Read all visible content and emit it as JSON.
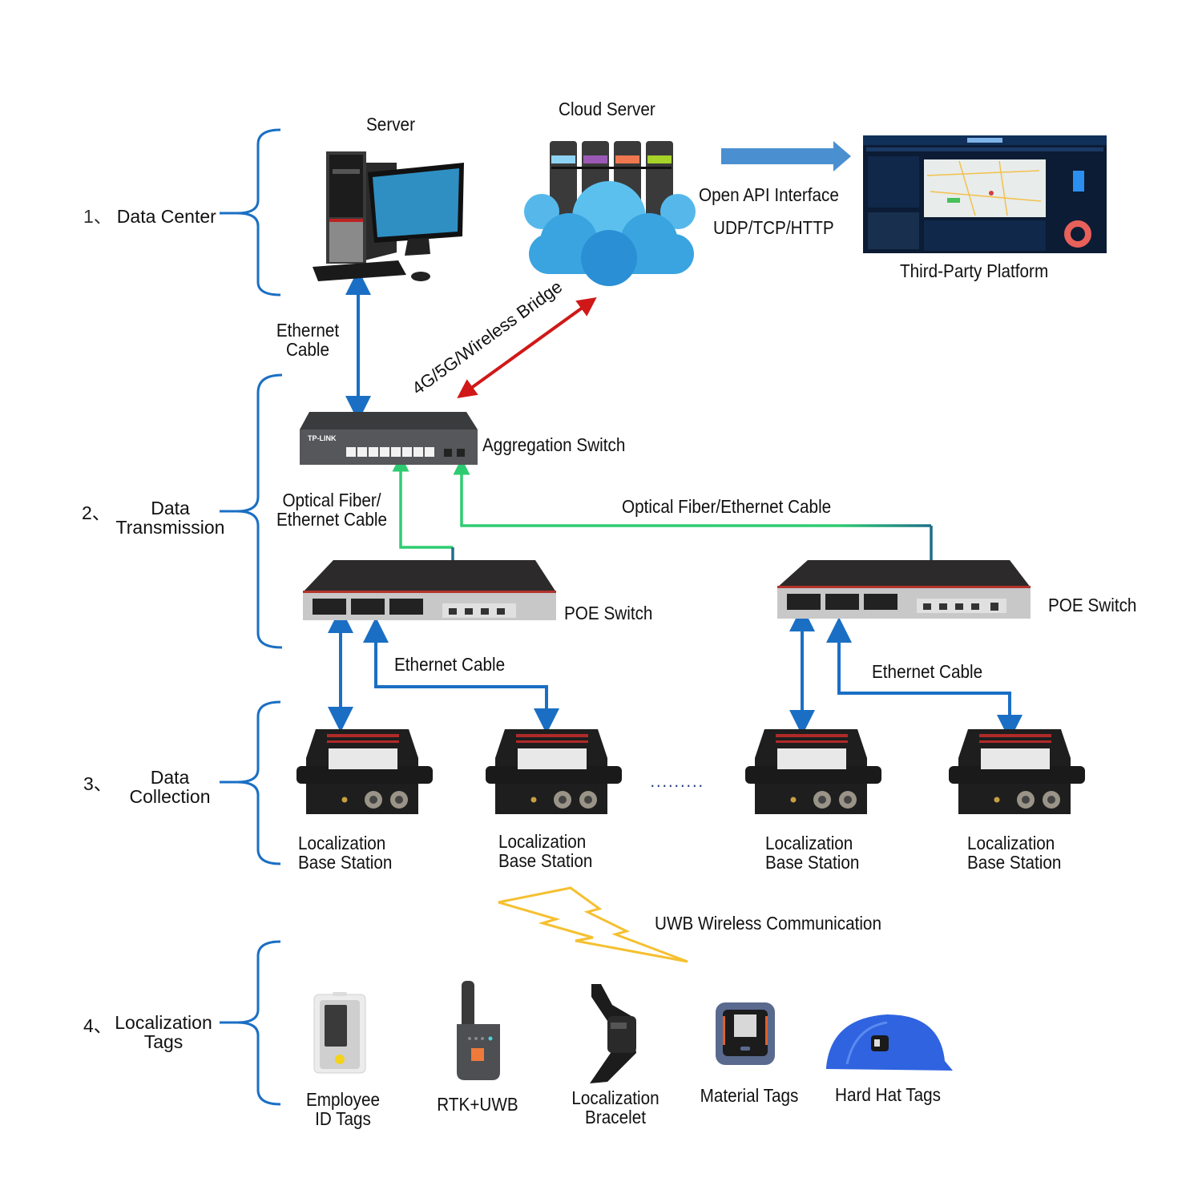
{
  "sections": [
    {
      "number": "1、",
      "label_lines": [
        "Data Center"
      ]
    },
    {
      "number": "2、",
      "label_lines": [
        "Data",
        "Transmission"
      ]
    },
    {
      "number": "3、",
      "label_lines": [
        "Data",
        "Collection"
      ]
    },
    {
      "number": "4、",
      "label_lines": [
        "Localization",
        "Tags"
      ]
    }
  ],
  "devices": {
    "server": "Server",
    "cloud_server": "Cloud Server",
    "third_party_platform": "Third-Party Platform",
    "aggregation_switch": "Aggregation Switch",
    "aggregation_switch_brand": "TP-LINK",
    "poe_switch_left": "POE  Switch",
    "poe_switch_right": "POE  Switch",
    "base_stations": [
      {
        "line1": "Localization",
        "line2": "Base Station"
      },
      {
        "line1": "Localization",
        "line2": "Base Station"
      },
      {
        "line1": "Localization",
        "line2": "Base Station"
      },
      {
        "line1": "Localization",
        "line2": "Base Station"
      }
    ],
    "ellipsis": "·········",
    "tags": [
      {
        "line1": "Employee",
        "line2": "ID Tags"
      },
      {
        "line1": "RTK+UWB",
        "line2": ""
      },
      {
        "line1": "Localization",
        "line2": "Bracelet"
      },
      {
        "line1": "Material Tags",
        "line2": ""
      },
      {
        "line1": "Hard Hat Tags",
        "line2": ""
      }
    ]
  },
  "links": {
    "server_switch": {
      "line1": "Ethernet",
      "line2": "Cable"
    },
    "cloud_bridge": "4G/5G/Wireless Bridge",
    "api_line1": "Open API Interface",
    "api_line2": "UDP/TCP/HTTP",
    "fiber_left": {
      "line1": "Optical Fiber/",
      "line2": "Ethernet Cable"
    },
    "fiber_right": "Optical Fiber/Ethernet Cable",
    "ethernet_left": "Ethernet Cable",
    "ethernet_right": "Ethernet Cable",
    "uwb": "UWB Wireless Communication"
  },
  "colors": {
    "bracket": "#1a6fc4",
    "ethernet": "#1a6fc4",
    "fiber": "#2ecc71",
    "wireless": "#d01818",
    "uwb_bolt": "#f5c030",
    "api_arrow": "#4a8fd0"
  }
}
